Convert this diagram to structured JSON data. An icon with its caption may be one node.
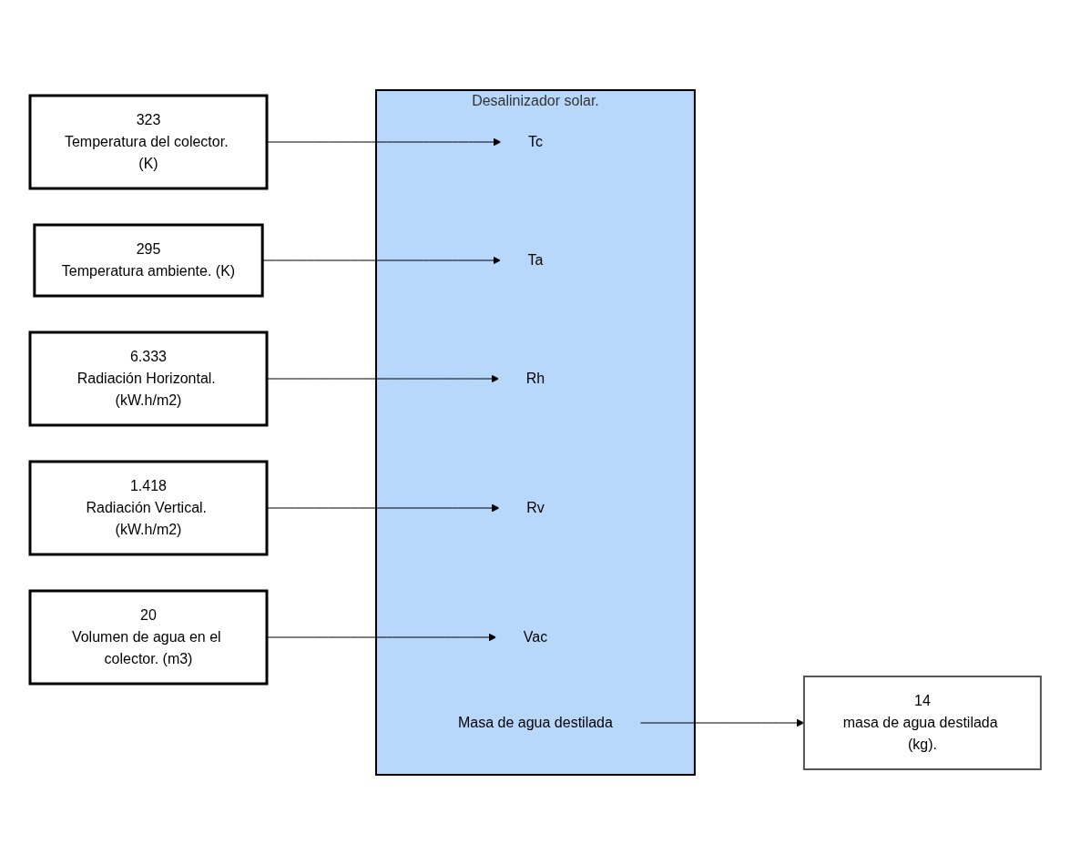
{
  "diagram": {
    "nodes": [
      {
        "text": [
          "323",
          "Temperatura del colector. (K)"
        ]
      },
      {
        "text": [
          "295",
          "Temperatura ambiente. (K)"
        ]
      },
      {
        "text": [
          "6.333",
          "Radiación Horizontal. (kW.h/m2)"
        ]
      },
      {
        "text": [
          "1.418",
          "Radiación Vertical. (kW.h/m2)"
        ]
      },
      {
        "text": [
          "20",
          "Volumen de agua en el colector. (m3)"
        ]
      },
      {
        "text": [
          "Desalinizador solar."
        ]
      },
      {
        "text": [
          "Tc"
        ],
        "in": 5
      },
      {
        "text": [
          "Ta"
        ],
        "in": 5
      },
      {
        "text": [
          "Rh"
        ],
        "in": 5
      },
      {
        "text": [
          "Rv"
        ],
        "in": 5
      },
      {
        "text": [
          "Vac"
        ],
        "in": 5
      },
      {
        "text": [
          "Masa de agua destilada"
        ],
        "in": 5
      },
      {
        "text": [
          "14",
          "masa de agua destilada (kg)."
        ]
      }
    ],
    "edges": [
      {
        "from": 0,
        "to": 6,
        "arrow": "to"
      },
      {
        "from": 1,
        "to": 7,
        "arrow": "to"
      },
      {
        "from": 2,
        "to": 8,
        "arrow": "to"
      },
      {
        "from": 3,
        "to": 9,
        "arrow": "to"
      },
      {
        "from": 4,
        "to": 10,
        "arrow": "to"
      },
      {
        "from": 11,
        "to": 12,
        "arrow": "to"
      }
    ]
  }
}
